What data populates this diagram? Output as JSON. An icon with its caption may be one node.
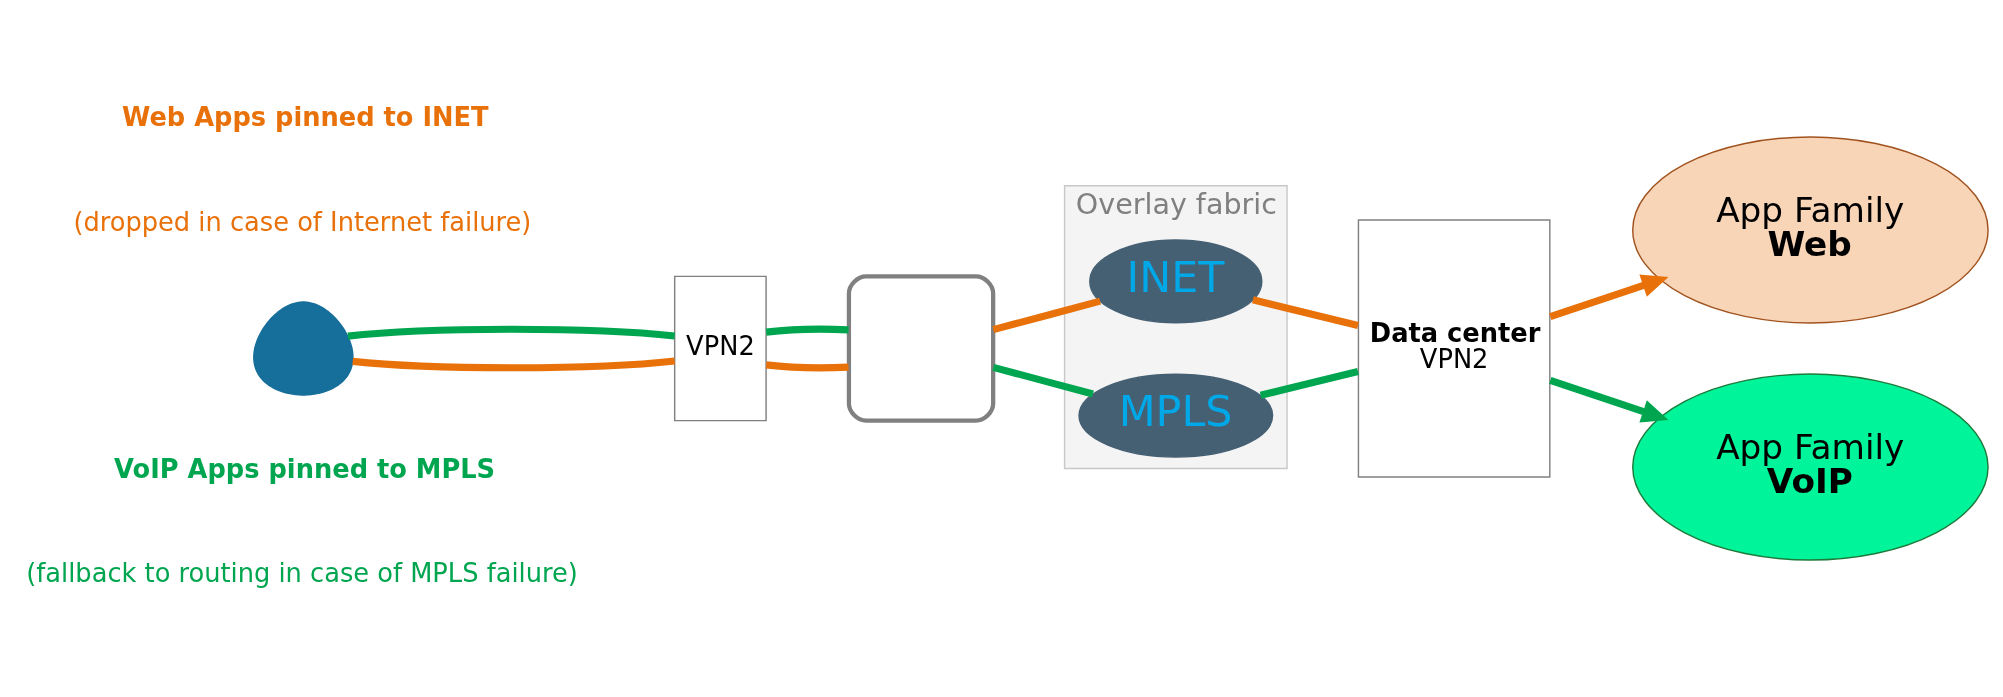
{
  "diagram": {
    "nodes": [
      {
        "text": [],
        "shape": "person"
      },
      {
        "text": [
          "VPN2"
        ]
      },
      {
        "text": [],
        "shape": "box"
      },
      {
        "text": [
          "Overlay fabric"
        ]
      },
      {
        "text": [
          "INET"
        ],
        "in": 3
      },
      {
        "text": [
          "MPLS"
        ],
        "in": 3
      },
      {
        "text": [
          "Data center",
          "VPN2"
        ]
      },
      {
        "text": [
          "App Family",
          "Web"
        ]
      },
      {
        "text": [
          "App Family",
          "VoIP"
        ]
      }
    ],
    "edges": [
      {
        "from": 0,
        "to": 1,
        "arrow": "none",
        "color": "#e8710a"
      },
      {
        "from": 1,
        "to": 2,
        "arrow": "none",
        "color": "#e8710a"
      },
      {
        "from": 2,
        "to": 4,
        "arrow": "none",
        "color": "#e8710a"
      },
      {
        "from": 4,
        "to": 6,
        "arrow": "none",
        "color": "#e8710a"
      },
      {
        "from": 6,
        "to": 7,
        "arrow": "to",
        "color": "#e8710a"
      },
      {
        "from": 0,
        "to": 1,
        "arrow": "none",
        "color": "#00a64f"
      },
      {
        "from": 1,
        "to": 2,
        "arrow": "none",
        "color": "#00a64f"
      },
      {
        "from": 2,
        "to": 5,
        "arrow": "none",
        "color": "#00a64f"
      },
      {
        "from": 5,
        "to": 6,
        "arrow": "none",
        "color": "#00a64f"
      },
      {
        "from": 6,
        "to": 8,
        "arrow": "to",
        "color": "#00a64f"
      }
    ],
    "labels": [
      "Web Apps pinned to INET",
      "(dropped in case of Internet failure)",
      "VoIP Apps pinned to MPLS",
      "(fallback to routing in case of MPLS failure)"
    ]
  }
}
